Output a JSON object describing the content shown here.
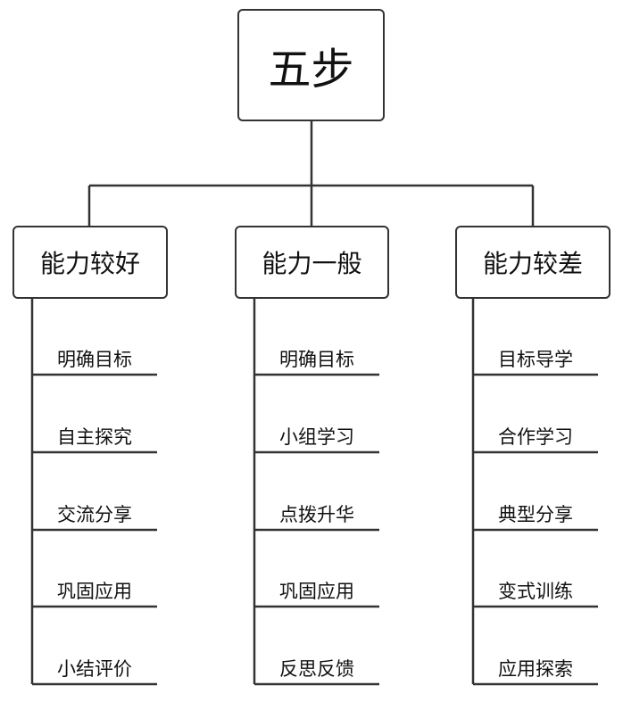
{
  "root": {
    "label": "五步"
  },
  "branches": [
    {
      "label": "能力较好",
      "steps": [
        "明确目标",
        "自主探究",
        "交流分享",
        "巩固应用",
        "小结评价"
      ]
    },
    {
      "label": "能力一般",
      "steps": [
        "明确目标",
        "小组学习",
        "点拨升华",
        "巩固应用",
        "反思反馈"
      ]
    },
    {
      "label": "能力较差",
      "steps": [
        "目标导学",
        "合作学习",
        "典型分享",
        "变式训练",
        "应用探索"
      ]
    }
  ],
  "colors": {
    "line": "#333333",
    "text": "#111111",
    "background": "#ffffff"
  }
}
